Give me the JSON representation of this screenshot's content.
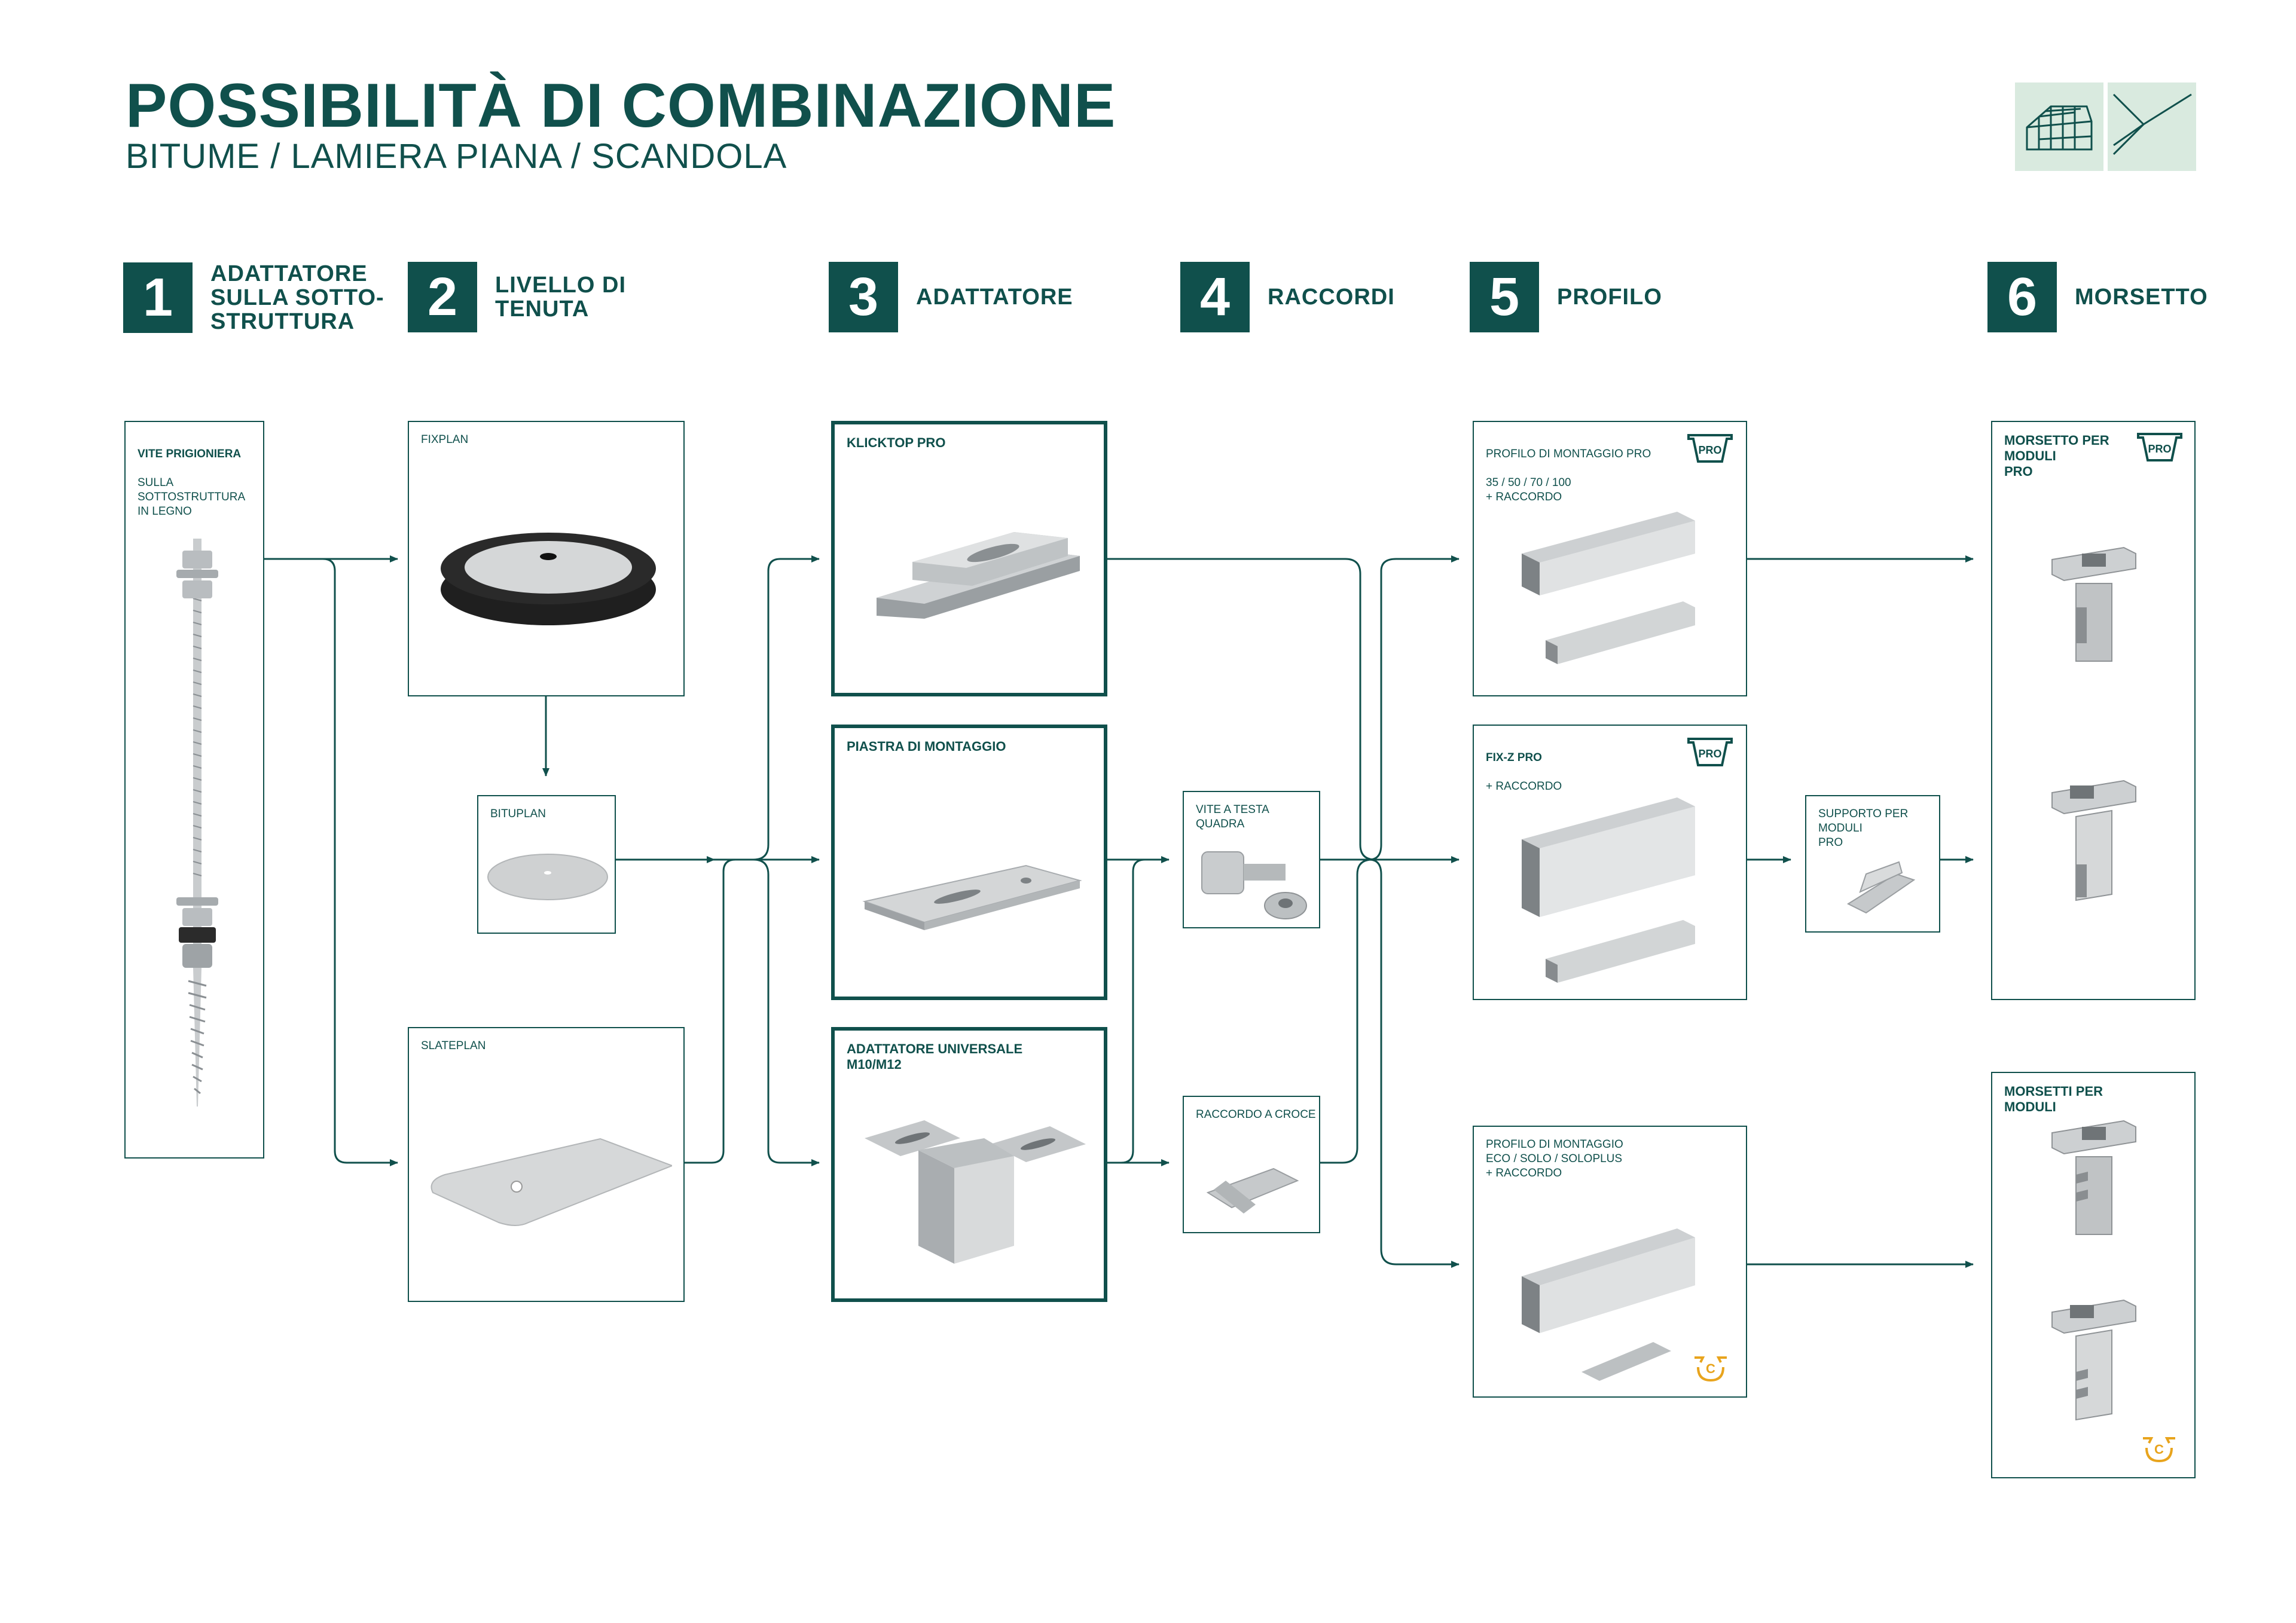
{
  "title": "POSSIBILITÀ DI COMBINAZIONE",
  "subtitle": "BITUME / LAMIERA PIANA / SCANDOLA",
  "steps": [
    {
      "num": "1",
      "label": "ADATTATORE\nSULLA SOTTO-\nSTRUTTURA"
    },
    {
      "num": "2",
      "label": "LIVELLO DI\nTENUTA"
    },
    {
      "num": "3",
      "label": "ADATTATORE"
    },
    {
      "num": "4",
      "label": "RACCORDI"
    },
    {
      "num": "5",
      "label": "PROFILO"
    },
    {
      "num": "6",
      "label": "MORSETTO"
    }
  ],
  "items": {
    "vite_title": "VITE PRIGIONIERA",
    "vite_sub": "SULLA\nSOTTOSTRUTTURA\nIN LEGNO",
    "fixplan": "FIXPLAN",
    "bituplan": "BITUPLAN",
    "slateplan": "SLATEPLAN",
    "klicktop": "KLICKTOP PRO",
    "piastra": "PIASTRA DI MONTAGGIO",
    "adattatore_univ": "ADATTATORE UNIVERSALE\nM10/M12",
    "vite_testa": "VITE A TESTA\nQUADRA",
    "raccordo_croce": "RACCORDO A CROCE",
    "profilo_pro_title": "PROFILO DI MONTAGGIO PRO",
    "profilo_pro_sub": "35 / 50 / 70 / 100\n+ RACCORDO",
    "fixz_title": "FIX-Z PRO",
    "fixz_sub": "+ RACCORDO",
    "profilo_eco": "PROFILO DI MONTAGGIO\nECO / SOLO / SOLOPLUS\n+ RACCORDO",
    "supporto": "SUPPORTO PER\nMODULI\nPRO",
    "morsetto_pro": "MORSETTO PER\nMODULI\nPRO",
    "morsetti": "MORSETTI PER\nMODULI"
  },
  "badges": {
    "pro": "PRO",
    "c": "C"
  },
  "icons": [
    "roof-icon",
    "flat-roof-icon",
    "pro-badge-icon",
    "c-badge-icon"
  ],
  "colors": {
    "primary": "#10504c",
    "accent": "#e8a41d",
    "icon_bg": "#d9eadf"
  }
}
